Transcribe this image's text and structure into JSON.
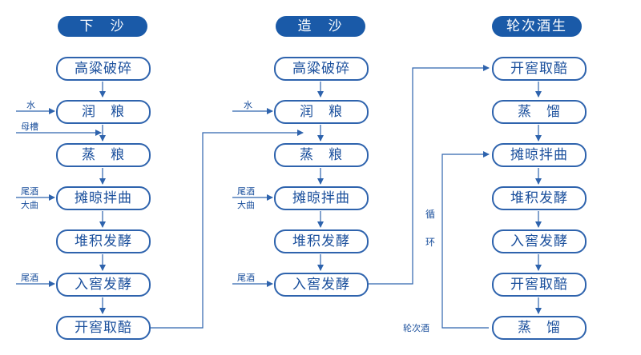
{
  "columns": [
    {
      "header": "下　沙",
      "steps": [
        "高粱破碎",
        "润　粮",
        "蒸　粮",
        "摊晾拌曲",
        "堆积发酵",
        "入窖发酵",
        "开窖取醅"
      ]
    },
    {
      "header": "造　沙",
      "steps": [
        "高粱破碎",
        "润　粮",
        "蒸　粮",
        "摊晾拌曲",
        "堆积发酵",
        "入窖发酵"
      ]
    },
    {
      "header": "轮次酒生",
      "steps": [
        "开窖取醅",
        "蒸　馏",
        "摊晾拌曲",
        "堆积发酵",
        "入窖发酵",
        "开窖取醅",
        "蒸　馏"
      ]
    }
  ],
  "inputs": {
    "water": "水",
    "mother_grain": "母槽",
    "tail_liquor": "尾酒",
    "daqu": "大曲"
  },
  "cycle": {
    "char1": "循",
    "char2": "环",
    "output": "轮次酒"
  }
}
